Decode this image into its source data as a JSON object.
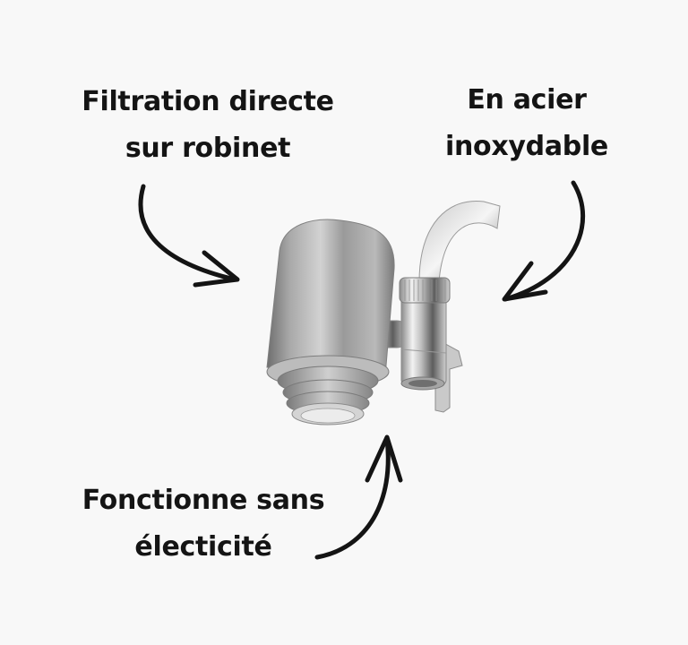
{
  "callouts": {
    "filtration": {
      "line1": "Filtration directe",
      "line2": "sur robinet",
      "arrow_icon": "curved-arrow-down-right"
    },
    "inox": {
      "line1": "En acier",
      "line2": "inoxydable",
      "arrow_icon": "curved-arrow-down-left"
    },
    "electricity": {
      "line1": "Fonctionne sans",
      "line2": "électicité",
      "arrow_icon": "curved-arrow-up"
    }
  },
  "product": {
    "name": "faucet-water-filter",
    "material_color": "#b8b8b8",
    "chrome_color": "#d9d9d9"
  },
  "colors": {
    "background": "#f8f8f8",
    "text": "#141414",
    "arrow": "#141414"
  }
}
